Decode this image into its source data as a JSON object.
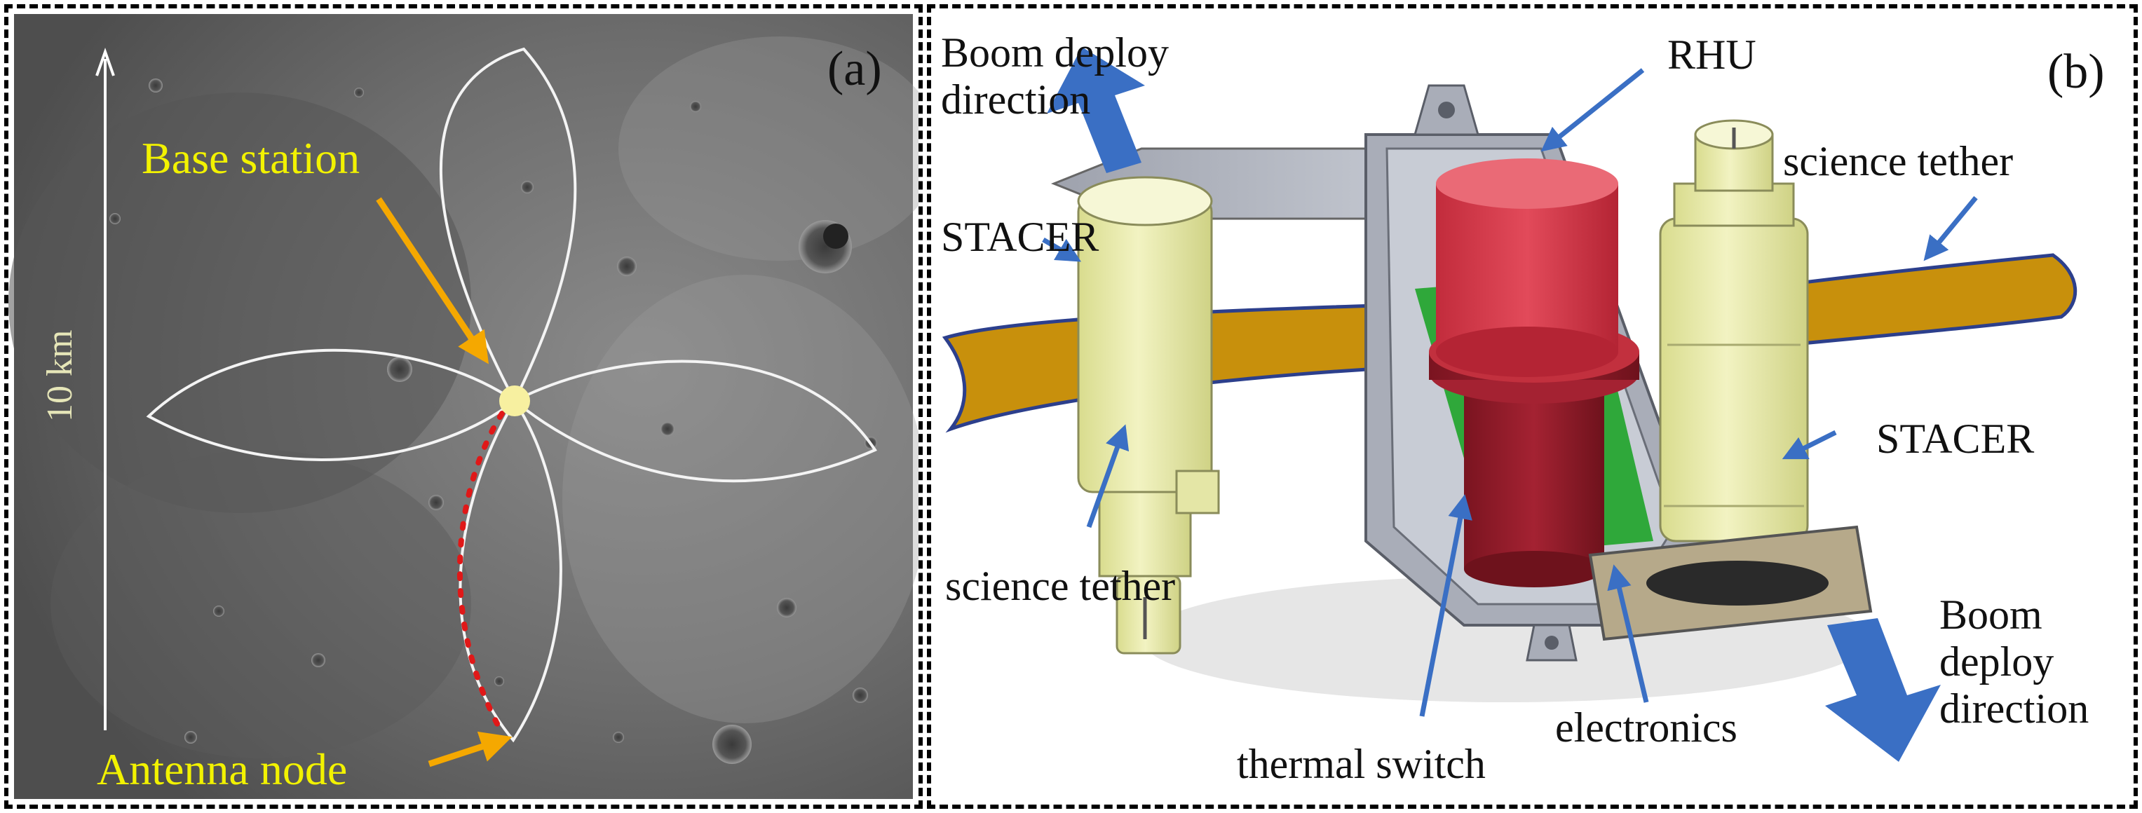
{
  "panel_a": {
    "panel_label": "(a)",
    "base_station_label": "Base station",
    "antenna_node_label": "Antenna node",
    "scale_label": "10 km"
  },
  "panel_b": {
    "panel_label": "(b)",
    "boom_deploy_top_label": "Boom deploy direction",
    "rhu_label": "RHU",
    "science_tether_top_label": "science tether",
    "stacer_left_label": "STACER",
    "stacer_right_label": "STACER",
    "science_tether_bottom_label": "science tether",
    "boom_deploy_bottom_label": "Boom deploy direction",
    "electronics_label": "electronics",
    "thermal_switch_label": "thermal switch"
  },
  "colors": {
    "lunar_surface": "#6f6f6f",
    "label_yellow": "#f2f200",
    "pointer_orange": "#f5a800",
    "base_station_dot": "#f7f0a0",
    "route_red": "#e01818",
    "arrow_blue": "#3a6fc4",
    "tether_gold": "#c8900c",
    "stacer_cream": "#eef0b0",
    "rhu_red": "#d83a4a",
    "electronics_green": "#2fa83a",
    "housing_gray": "#a9adb8"
  }
}
